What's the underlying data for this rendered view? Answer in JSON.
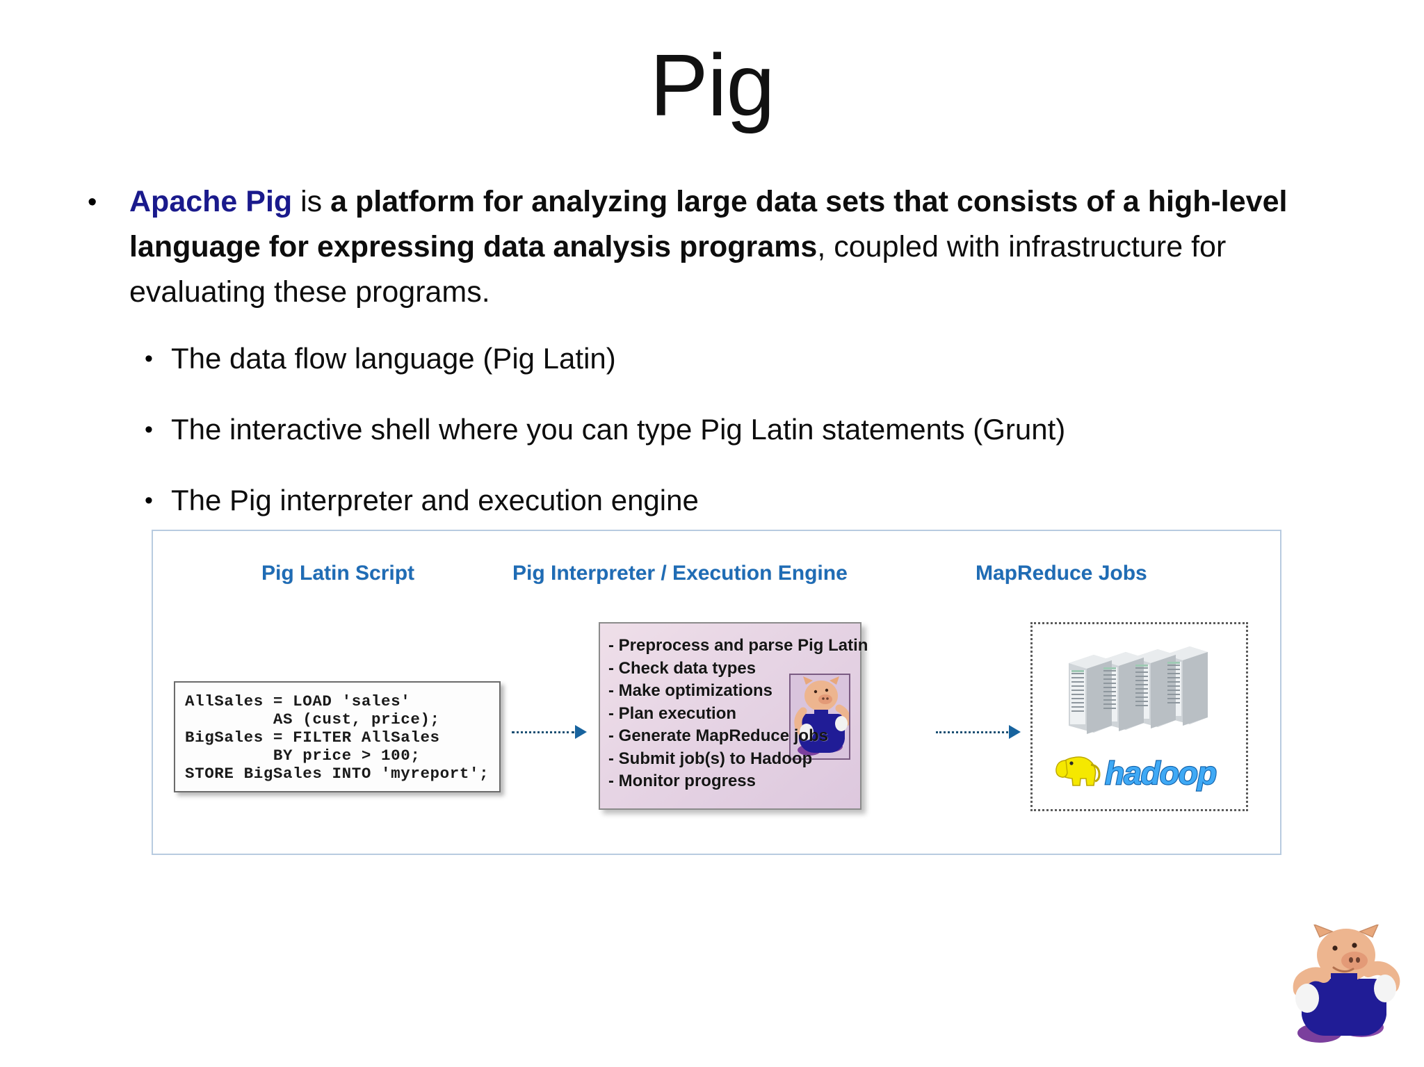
{
  "slide": {
    "title": "Pig"
  },
  "body": {
    "main_bullet": {
      "marker": "•",
      "brand": "Apache Pig",
      "mid_plain": " is ",
      "bold_part": "a platform for analyzing large data sets that consists of a high-level language for expressing data analysis programs",
      "tail_plain": ", coupled with infrastructure for evaluating these programs."
    },
    "sub_bullets": [
      {
        "marker": "•",
        "text": "The data flow language (Pig Latin)"
      },
      {
        "marker": "•",
        "text": "The interactive shell where you can type Pig Latin statements (Grunt)"
      },
      {
        "marker": "•",
        "text": "The Pig interpreter and execution engine"
      }
    ]
  },
  "diagram": {
    "headings": {
      "script": "Pig Latin Script",
      "engine": "Pig Interpreter / Execution Engine",
      "mapreduce": "MapReduce Jobs"
    },
    "code": "AllSales = LOAD 'sales'\n         AS (cust, price);\nBigSales = FILTER AllSales\n         BY price > 100;\nSTORE BigSales INTO 'myreport';",
    "engine_steps": [
      "- Preprocess and parse Pig Latin",
      "- Check data types",
      "- Make optimizations",
      "- Plan execution",
      "- Generate MapReduce jobs",
      "- Submit job(s) to Hadoop",
      "- Monitor progress"
    ],
    "hadoop_logo_text": "hadoop",
    "colors": {
      "heading_blue": "#1f6cb5",
      "brand_navy": "#1a1a8c",
      "engine_panel": "#e6d4e4",
      "frame_border": "#b8cbe0",
      "arrow": "#17639e",
      "hadoop_yellow": "#f5e800",
      "hadoop_blue": "#3fa9f5",
      "pig_body": "#edb58f",
      "pig_overalls": "#201c96",
      "pig_shoes": "#7b3f9d"
    }
  }
}
